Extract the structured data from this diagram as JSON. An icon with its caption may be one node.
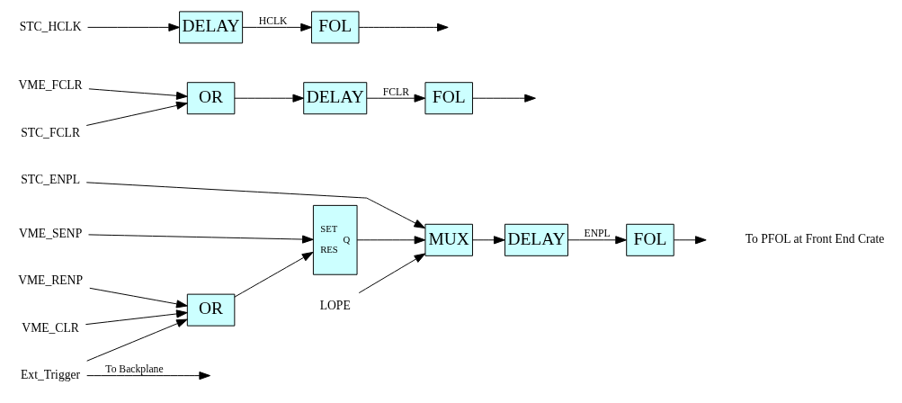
{
  "diagram": {
    "nodes": [
      {
        "text": [
          "STC_ENPL"
        ]
      },
      {
        "text": [
          "MUX"
        ]
      },
      {
        "text": [
          "DELAY"
        ]
      },
      {
        "text": [
          "FOL"
        ]
      },
      {
        "text": [
          "VME_SENP"
        ]
      },
      {
        "text": [
          "SET",
          "Q",
          "RES"
        ]
      },
      {
        "text": [
          "LOPE"
        ]
      },
      {
        "text": [
          "VME_RENP"
        ]
      },
      {
        "text": [
          "OR"
        ]
      },
      {
        "text": [
          "VME_CLR"
        ]
      },
      {
        "text": [
          "Ext_Trigger"
        ]
      },
      {
        "text": [
          "VME_FCLR"
        ]
      },
      {
        "text": [
          "OR"
        ]
      },
      {
        "text": [
          "STC_FCLR"
        ]
      },
      {
        "text": [
          "DELAY"
        ]
      },
      {
        "text": [
          "FOL"
        ]
      },
      {
        "text": [
          "STC_HCLK"
        ]
      },
      {
        "text": [
          "DELAY"
        ]
      },
      {
        "text": [
          "FOL"
        ]
      }
    ],
    "edges": [
      {
        "from": 0,
        "to": 1,
        "arrow": "to"
      },
      {
        "from": 4,
        "to": 5,
        "arrow": "to"
      },
      {
        "from": 5,
        "to": 1,
        "arrow": "to"
      },
      {
        "from": 6,
        "to": 1,
        "arrow": "to"
      },
      {
        "from": 7,
        "to": 8,
        "arrow": "to"
      },
      {
        "from": 9,
        "to": 8,
        "arrow": "to"
      },
      {
        "from": 8,
        "to": 5,
        "arrow": "to"
      },
      {
        "from": 10,
        "to": 8,
        "arrow": "to"
      },
      {
        "from": 10,
        "to": null,
        "arrow": "to",
        "label": "To Backplane"
      },
      {
        "from": 1,
        "to": 2,
        "arrow": "to"
      },
      {
        "from": 2,
        "to": 3,
        "arrow": "to",
        "label": "ENPL"
      },
      {
        "from": 3,
        "to": null,
        "arrow": "to"
      },
      {
        "from": 11,
        "to": 12,
        "arrow": "to"
      },
      {
        "from": 13,
        "to": 12,
        "arrow": "to"
      },
      {
        "from": 12,
        "to": 14,
        "arrow": "to"
      },
      {
        "from": 14,
        "to": 15,
        "arrow": "to",
        "label": "FCLR"
      },
      {
        "from": 15,
        "to": null,
        "arrow": "to"
      },
      {
        "from": 16,
        "to": 17,
        "arrow": "to"
      },
      {
        "from": 17,
        "to": 18,
        "arrow": "to",
        "label": "HCLK"
      },
      {
        "from": 18,
        "to": null,
        "arrow": "to"
      }
    ],
    "labels": [
      "To PFOL at Front End Crate"
    ]
  }
}
